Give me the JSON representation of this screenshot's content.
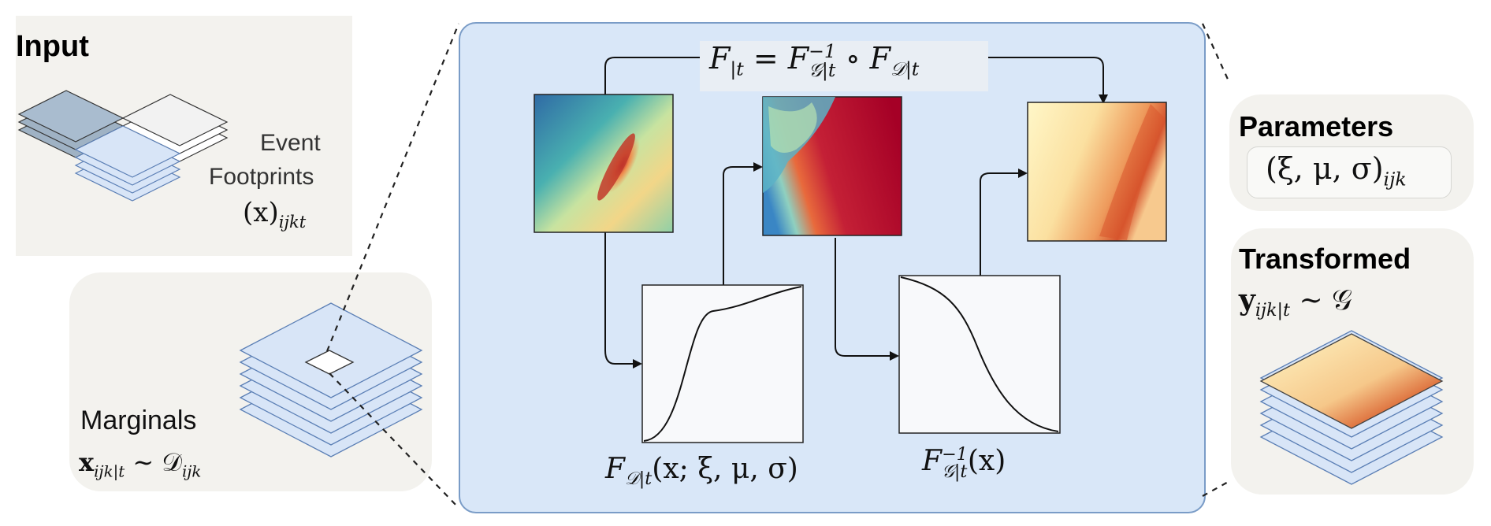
{
  "input": {
    "title": "Input",
    "label_line1": "Event",
    "label_line2": "Footprints",
    "var": "(x)",
    "var_sub": "ijkt"
  },
  "marginals": {
    "title": "Marginals",
    "var": "x",
    "var_sub": "ijk|t",
    "dist": "∼ 𝒟",
    "dist_sub": "ijk"
  },
  "center": {
    "formula_lhs": "F",
    "formula_lhs_sub": "|t",
    "formula_eq": " = F",
    "formula_inv_sup": "−1",
    "formula_inv_sub": "𝒢|t",
    "formula_comp": " ∘ F",
    "formula_d_sub": "𝒟|t",
    "cdf_label": "F",
    "cdf_label_sub": "𝒟|t",
    "cdf_args": "(x; ξ, μ, σ)",
    "inv_label": "F",
    "inv_label_sup": "−1",
    "inv_label_sub": "𝒢|t",
    "inv_args": "(x)"
  },
  "parameters": {
    "title": "Parameters",
    "tuple": "(ξ, μ, σ)",
    "tuple_sub": "ijk"
  },
  "transformed": {
    "title": "Transformed",
    "var": "y",
    "var_sub": "ijk|t",
    "dist": "∼ 𝒢"
  },
  "colors": {
    "panel_bg": "#f3f2ee",
    "center_bg": "#d9e7f8",
    "center_border": "#7a9cc7",
    "layer_fill": "#d8e5f7",
    "layer_stroke": "#5b7fb5",
    "cdf_box_bg": "#f8f9fb"
  }
}
